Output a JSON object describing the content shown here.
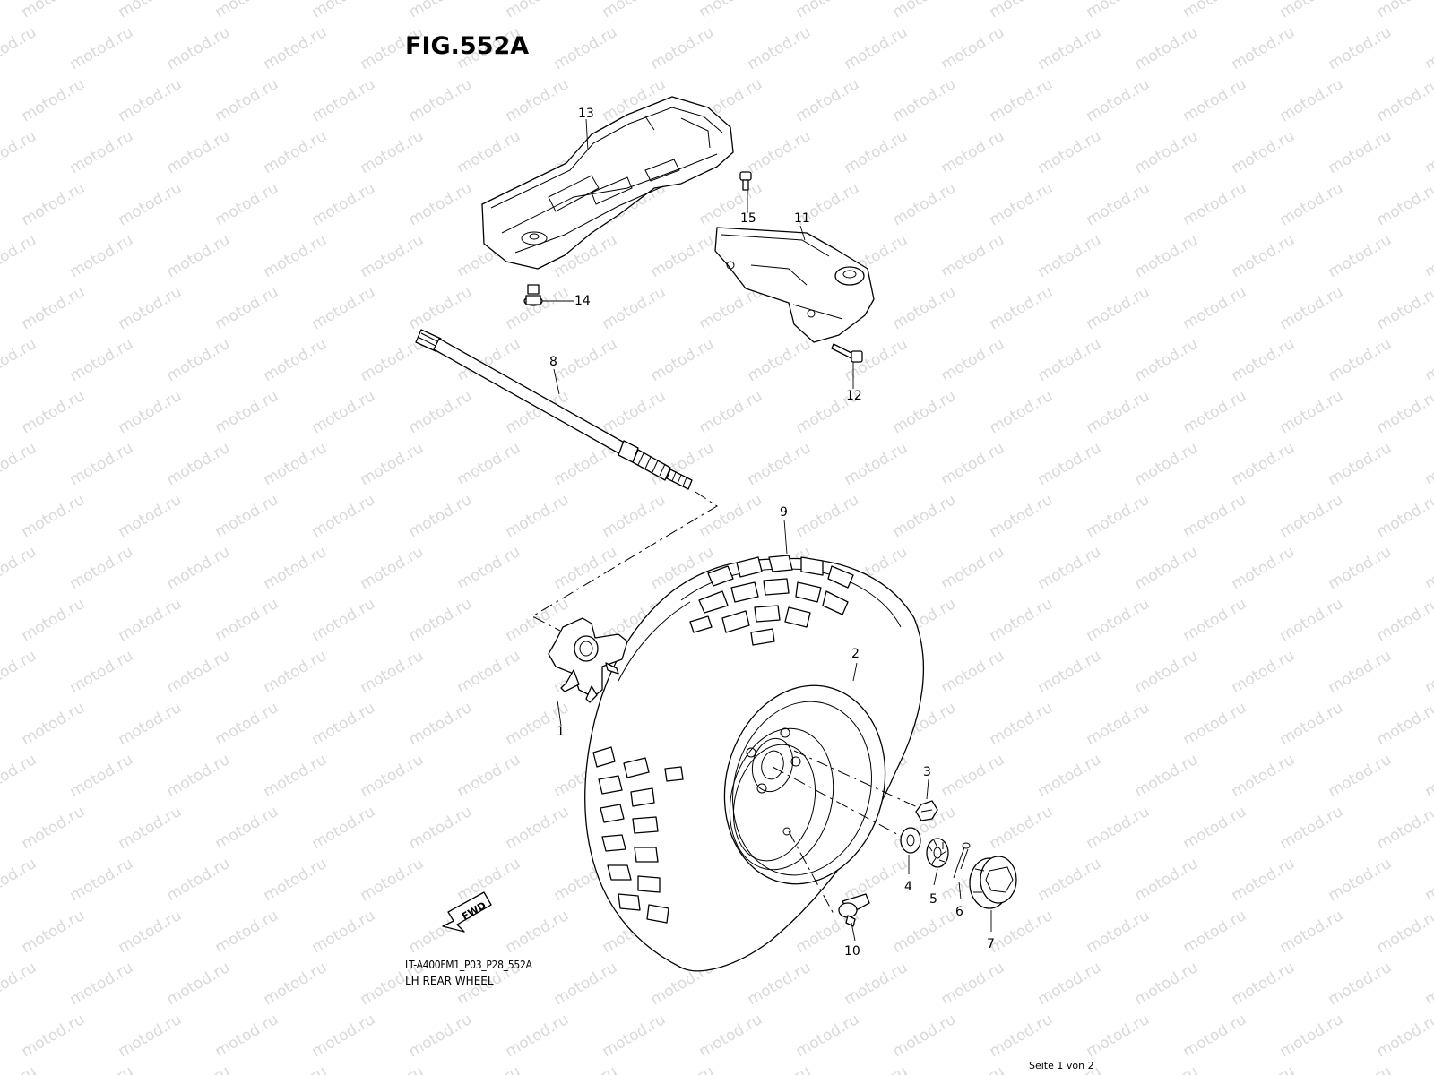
{
  "figure": {
    "title": "FIG.552A",
    "code": "LT-A400FM1_P03_P28_552A",
    "name": "LH REAR WHEEL",
    "page_label": "Seite 1 von 2",
    "watermark_text": "motod.ru",
    "watermark_color": "#d9d9d9",
    "direction_label": "FWD"
  },
  "callouts": [
    {
      "number": "1"
    },
    {
      "number": "2"
    },
    {
      "number": "3"
    },
    {
      "number": "4"
    },
    {
      "number": "5"
    },
    {
      "number": "6"
    },
    {
      "number": "7"
    },
    {
      "number": "8"
    },
    {
      "number": "9"
    },
    {
      "number": "10"
    },
    {
      "number": "11"
    },
    {
      "number": "12"
    },
    {
      "number": "13"
    },
    {
      "number": "14"
    },
    {
      "number": "15"
    }
  ]
}
